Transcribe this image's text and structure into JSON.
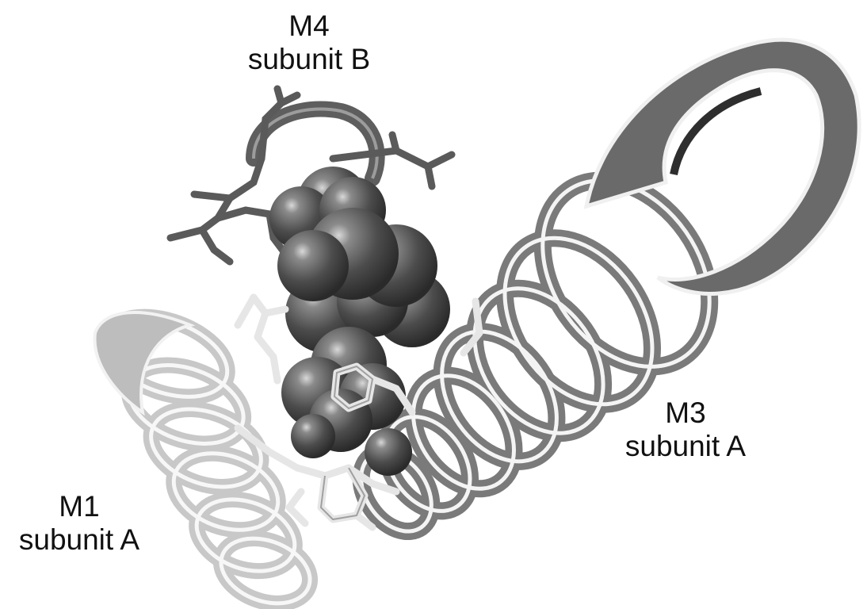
{
  "labels": {
    "m4": {
      "line1": "M4",
      "line2": "subunit B"
    },
    "m3": {
      "line1": "M3",
      "line2": "subunit A"
    },
    "m1": {
      "line1": "M1",
      "line2": "subunit A"
    }
  },
  "colors": {
    "background": "#ffffff",
    "helix_dark": "#6e6e6e",
    "helix_light": "#d6d6d6",
    "sphere_dark": "#4a4a4a",
    "stick_light": "#eeeeee",
    "stick_dark": "#5e5e5e"
  }
}
